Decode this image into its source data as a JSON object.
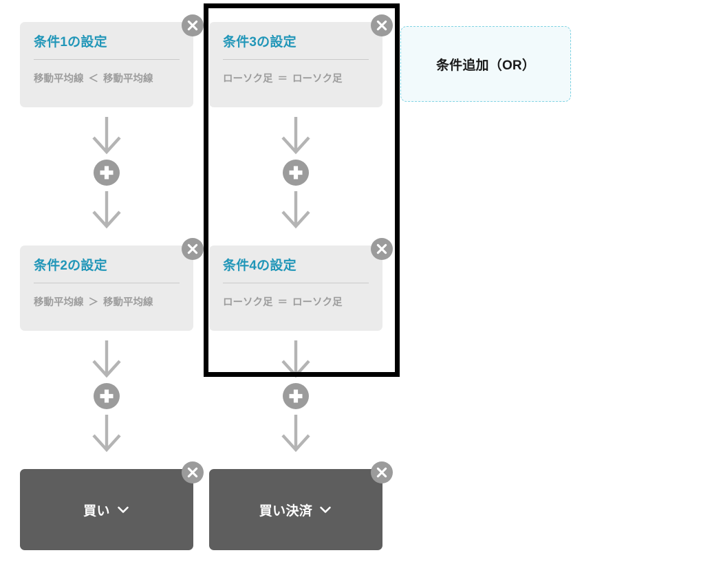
{
  "columns": [
    {
      "id": "column-1",
      "cards": [
        {
          "title": "条件1の設定",
          "left_operand": "移動平均線",
          "operator": "＜",
          "right_operand": "移動平均線"
        },
        {
          "title": "条件2の設定",
          "left_operand": "移動平均線",
          "operator": "＞",
          "right_operand": "移動平均線"
        }
      ],
      "order_button": {
        "label": "買い",
        "chevron": "chevron-down-icon"
      }
    },
    {
      "id": "column-2",
      "cards": [
        {
          "title": "条件3の設定",
          "left_operand": "ローソク足",
          "operator": "＝",
          "right_operand": "ローソク足"
        },
        {
          "title": "条件4の設定",
          "left_operand": "ローソク足",
          "operator": "＝",
          "right_operand": "ローソク足"
        }
      ],
      "order_button": {
        "label": "買い決済",
        "chevron": "chevron-down-icon"
      }
    }
  ],
  "add_condition_button": {
    "label": "条件追加（OR）"
  },
  "icons": {
    "close": "close-circle-icon",
    "plus": "plus-circle-icon",
    "arrow": "arrow-down-icon"
  },
  "colors": {
    "card_background": "#ebebeb",
    "card_title": "#2196b8",
    "card_expression": "#9c9c9c",
    "divider": "#c9c9c9",
    "icon_gray": "#9b9b9b",
    "arrow_gray": "#b4b4b4",
    "order_button_background": "#5e5e5e",
    "order_button_text": "#ffffff",
    "add_button_background": "#f2fafc",
    "add_button_border": "#7fd3e3",
    "highlight_frame": "#000000",
    "page_background": "#ffffff"
  }
}
